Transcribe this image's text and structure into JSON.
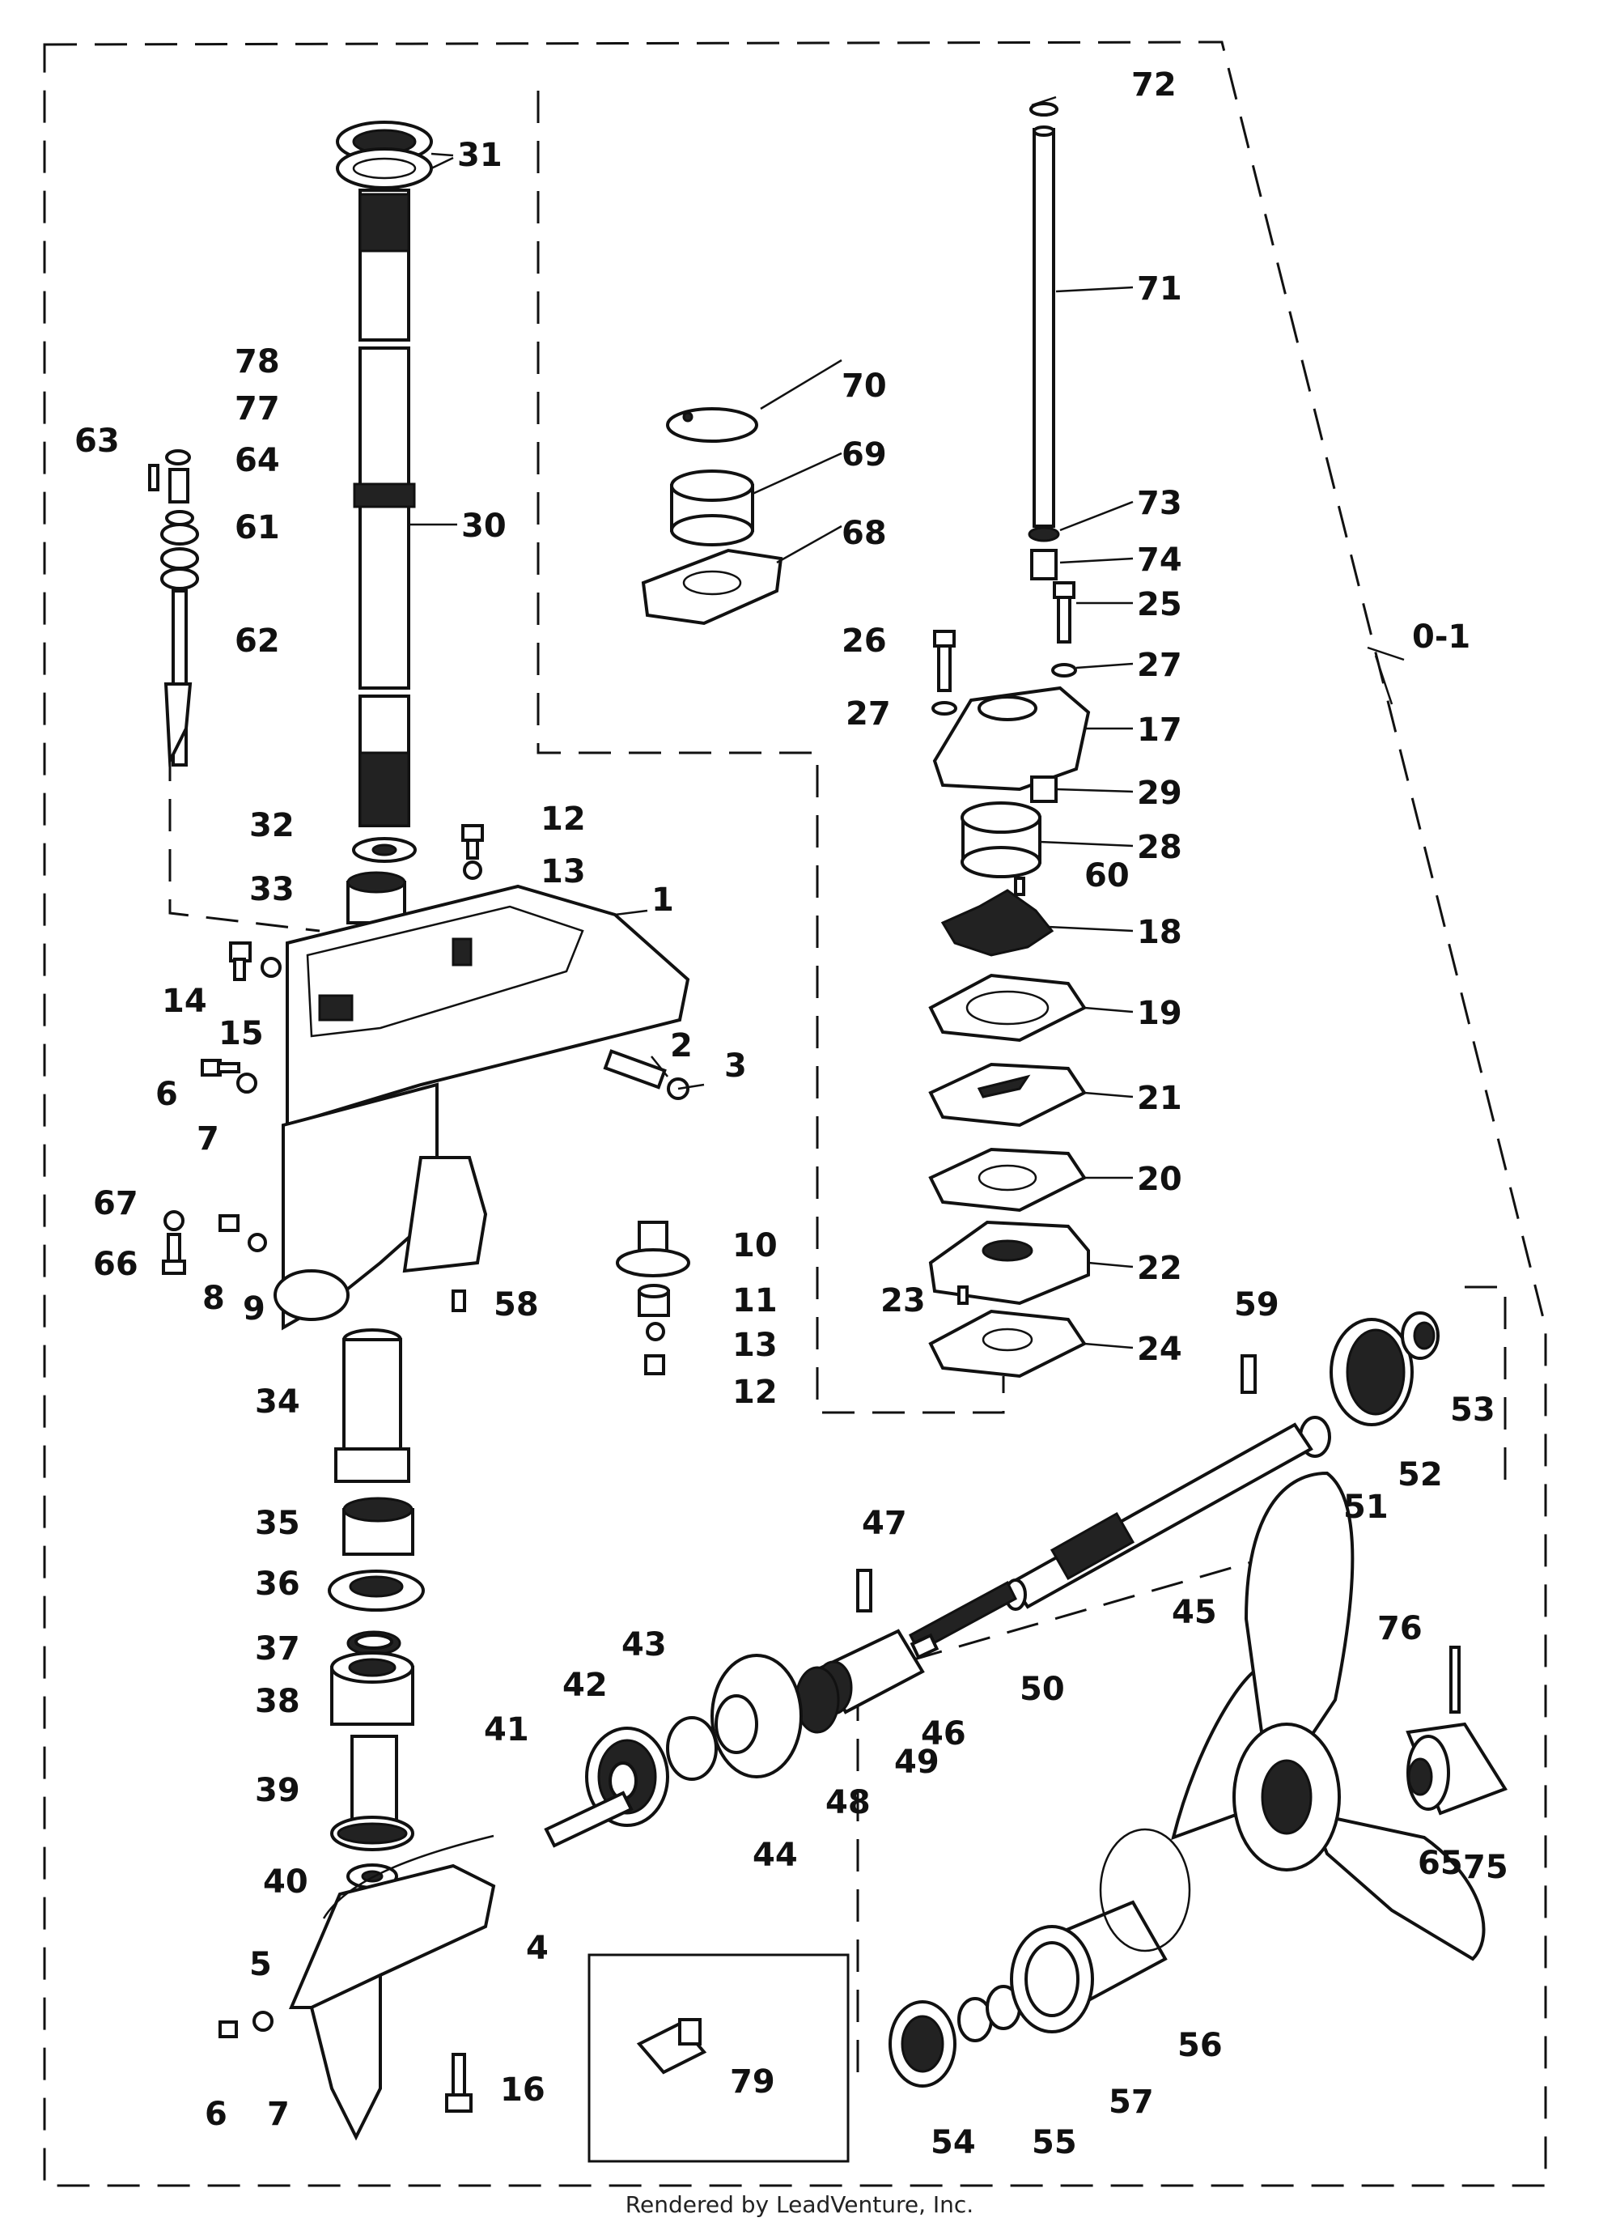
{
  "footer_text": "Rendered by LeadVenture, Inc.",
  "assembly_label": "0-1",
  "callouts": [
    {
      "id": "c1",
      "text": "1"
    },
    {
      "id": "c2",
      "text": "2"
    },
    {
      "id": "c3",
      "text": "3"
    },
    {
      "id": "c4",
      "text": "4"
    },
    {
      "id": "c5",
      "text": "5"
    },
    {
      "id": "c6a",
      "text": "6"
    },
    {
      "id": "c6b",
      "text": "6"
    },
    {
      "id": "c7a",
      "text": "7"
    },
    {
      "id": "c7b",
      "text": "7"
    },
    {
      "id": "c8",
      "text": "8"
    },
    {
      "id": "c9",
      "text": "9"
    },
    {
      "id": "c10",
      "text": "10"
    },
    {
      "id": "c11",
      "text": "11"
    },
    {
      "id": "c12a",
      "text": "12"
    },
    {
      "id": "c12b",
      "text": "12"
    },
    {
      "id": "c13a",
      "text": "13"
    },
    {
      "id": "c13b",
      "text": "13"
    },
    {
      "id": "c14",
      "text": "14"
    },
    {
      "id": "c15",
      "text": "15"
    },
    {
      "id": "c16",
      "text": "16"
    },
    {
      "id": "c17",
      "text": "17"
    },
    {
      "id": "c18",
      "text": "18"
    },
    {
      "id": "c19",
      "text": "19"
    },
    {
      "id": "c20",
      "text": "20"
    },
    {
      "id": "c21",
      "text": "21"
    },
    {
      "id": "c22",
      "text": "22"
    },
    {
      "id": "c23",
      "text": "23"
    },
    {
      "id": "c24",
      "text": "24"
    },
    {
      "id": "c25",
      "text": "25"
    },
    {
      "id": "c26",
      "text": "26"
    },
    {
      "id": "c27a",
      "text": "27"
    },
    {
      "id": "c27b",
      "text": "27"
    },
    {
      "id": "c28",
      "text": "28"
    },
    {
      "id": "c29",
      "text": "29"
    },
    {
      "id": "c30",
      "text": "30"
    },
    {
      "id": "c31",
      "text": "31"
    },
    {
      "id": "c32",
      "text": "32"
    },
    {
      "id": "c33",
      "text": "33"
    },
    {
      "id": "c34",
      "text": "34"
    },
    {
      "id": "c35",
      "text": "35"
    },
    {
      "id": "c36",
      "text": "36"
    },
    {
      "id": "c37",
      "text": "37"
    },
    {
      "id": "c38",
      "text": "38"
    },
    {
      "id": "c39",
      "text": "39"
    },
    {
      "id": "c40",
      "text": "40"
    },
    {
      "id": "c41",
      "text": "41"
    },
    {
      "id": "c42",
      "text": "42"
    },
    {
      "id": "c43",
      "text": "43"
    },
    {
      "id": "c44",
      "text": "44"
    },
    {
      "id": "c45",
      "text": "45"
    },
    {
      "id": "c46",
      "text": "46"
    },
    {
      "id": "c47",
      "text": "47"
    },
    {
      "id": "c48",
      "text": "48"
    },
    {
      "id": "c49",
      "text": "49"
    },
    {
      "id": "c50",
      "text": "50"
    },
    {
      "id": "c51",
      "text": "51"
    },
    {
      "id": "c52",
      "text": "52"
    },
    {
      "id": "c53",
      "text": "53"
    },
    {
      "id": "c54",
      "text": "54"
    },
    {
      "id": "c55",
      "text": "55"
    },
    {
      "id": "c56",
      "text": "56"
    },
    {
      "id": "c57",
      "text": "57"
    },
    {
      "id": "c58",
      "text": "58"
    },
    {
      "id": "c59",
      "text": "59"
    },
    {
      "id": "c60",
      "text": "60"
    },
    {
      "id": "c61",
      "text": "61"
    },
    {
      "id": "c62",
      "text": "62"
    },
    {
      "id": "c63",
      "text": "63"
    },
    {
      "id": "c64",
      "text": "64"
    },
    {
      "id": "c65",
      "text": "65"
    },
    {
      "id": "c66",
      "text": "66"
    },
    {
      "id": "c67",
      "text": "67"
    },
    {
      "id": "c68",
      "text": "68"
    },
    {
      "id": "c69",
      "text": "69"
    },
    {
      "id": "c70",
      "text": "70"
    },
    {
      "id": "c71",
      "text": "71"
    },
    {
      "id": "c72",
      "text": "72"
    },
    {
      "id": "c73",
      "text": "73"
    },
    {
      "id": "c74",
      "text": "74"
    },
    {
      "id": "c75",
      "text": "75"
    },
    {
      "id": "c76",
      "text": "76"
    },
    {
      "id": "c77",
      "text": "77"
    },
    {
      "id": "c78",
      "text": "78"
    },
    {
      "id": "c79",
      "text": "79"
    }
  ]
}
